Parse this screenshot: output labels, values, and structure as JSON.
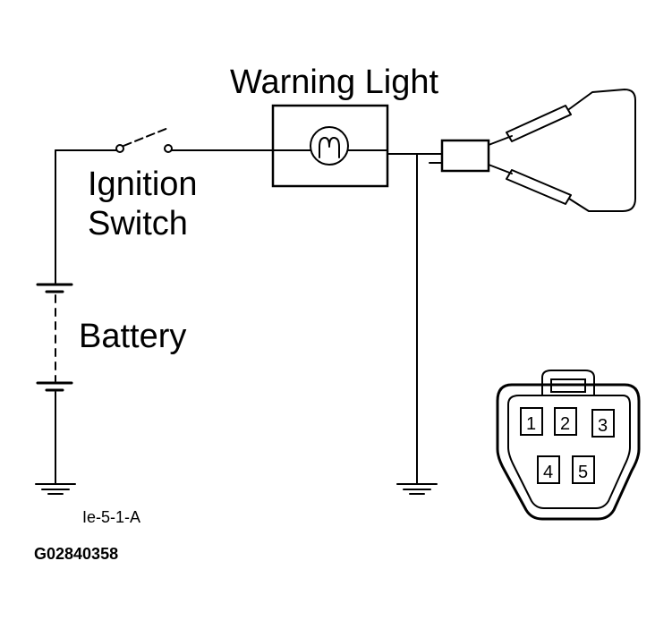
{
  "labels": {
    "warning_light": "Warning Light",
    "ignition_line1": "Ignition",
    "ignition_line2": "Switch",
    "battery": "Battery",
    "figure_ref": "Ie-5-1-A",
    "figure_id": "G02840358"
  },
  "connector": {
    "pins": [
      "1",
      "2",
      "3",
      "4",
      "5"
    ]
  },
  "colors": {
    "line": "#000000",
    "background": "#ffffff"
  }
}
